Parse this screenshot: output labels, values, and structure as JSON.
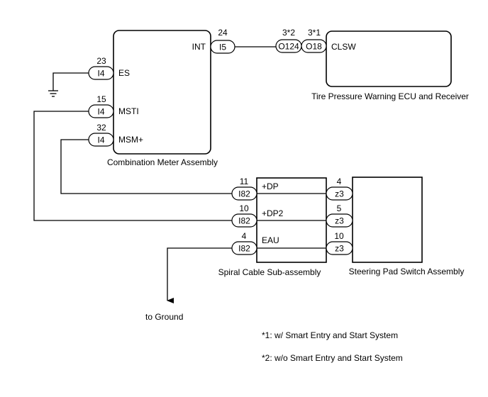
{
  "components": {
    "combination_meter": {
      "name": "Combination Meter Assembly"
    },
    "tpw_ecu": {
      "name": "Tire Pressure Warning ECU and Receiver"
    },
    "spiral_cable": {
      "name": "Spiral Cable Sub-assembly"
    },
    "steering_pad": {
      "name": "Steering Pad Switch Assembly"
    }
  },
  "pins": {
    "meter_es": {
      "label": "ES",
      "connector": "I4",
      "number": "23"
    },
    "meter_msti": {
      "label": "MSTI",
      "connector": "I4",
      "number": "15"
    },
    "meter_msm": {
      "label": "MSM+",
      "connector": "I4",
      "number": "32"
    },
    "meter_int": {
      "label": "INT",
      "connector": "I5",
      "number": "24"
    },
    "ecu_clsw": {
      "label": "CLSW"
    },
    "jct_o124": {
      "connector": "O124",
      "number": "3*2"
    },
    "jct_o18": {
      "connector": "O18",
      "number": "3*1"
    },
    "spiral_dp": {
      "label": "+DP",
      "connector": "I82",
      "number": "11"
    },
    "spiral_dp2": {
      "label": "+DP2",
      "connector": "I82",
      "number": "10"
    },
    "spiral_eau": {
      "label": "EAU",
      "connector": "I82",
      "number": "4"
    },
    "pad_1": {
      "connector": "z3",
      "number": "4"
    },
    "pad_2": {
      "connector": "z3",
      "number": "5"
    },
    "pad_3": {
      "connector": "z3",
      "number": "10"
    }
  },
  "ground_label": "to Ground",
  "notes": {
    "note1": "*1: w/ Smart Entry and Start System",
    "note2": "*2: w/o Smart Entry and Start System"
  },
  "colors": {
    "line": "#000000",
    "background": "#ffffff"
  }
}
